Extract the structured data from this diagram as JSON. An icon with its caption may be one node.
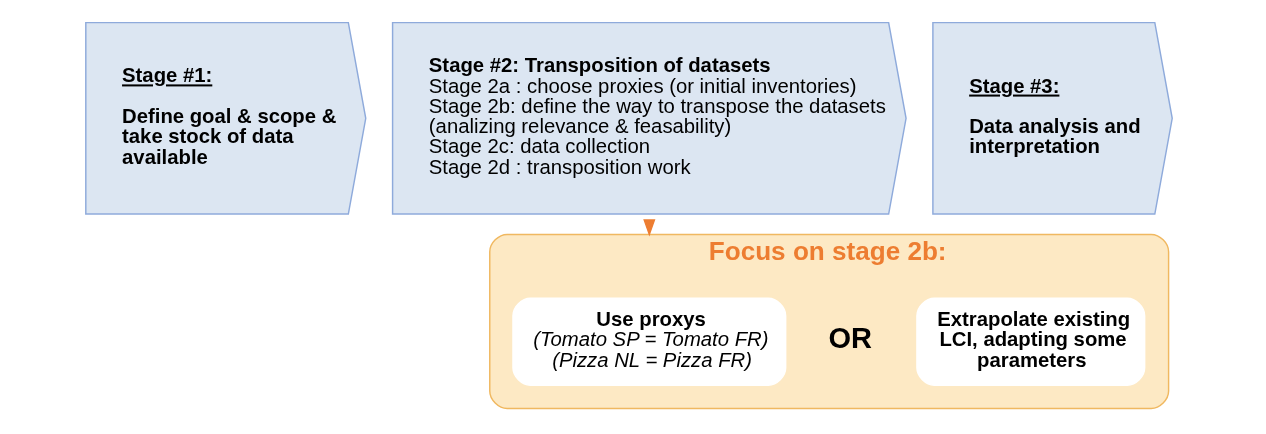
{
  "diagram": {
    "nodes": [
      {
        "text": [
          "Stage #1:",
          "Define goal & scope & take stock of data available"
        ]
      },
      {
        "text": [
          "Stage #2: Transposition of datasets",
          "Stage 2a : choose proxies (or initial inventories)",
          "Stage 2b: define the way to transpose the datasets (analizing relevance & feasability)",
          "Stage 2c: data collection",
          "Stage 2d : transposition work"
        ]
      },
      {
        "text": [
          "Stage #3:",
          "Data analysis and interpretation"
        ]
      },
      {
        "text": [
          "Focus on stage 2b:"
        ]
      },
      {
        "text": [
          "Use proxys",
          "(Tomato SP = Tomato FR)",
          "(Pizza NL = Pizza FR)"
        ],
        "in": 3
      },
      {
        "text": [
          "Extrapolate existing LCI, adapting some parameters"
        ],
        "in": 3
      }
    ],
    "edges": [
      {
        "from": 1,
        "to": 3,
        "arrow": "to",
        "color": "#ed7d31"
      }
    ],
    "labels": [
      "OR"
    ]
  }
}
